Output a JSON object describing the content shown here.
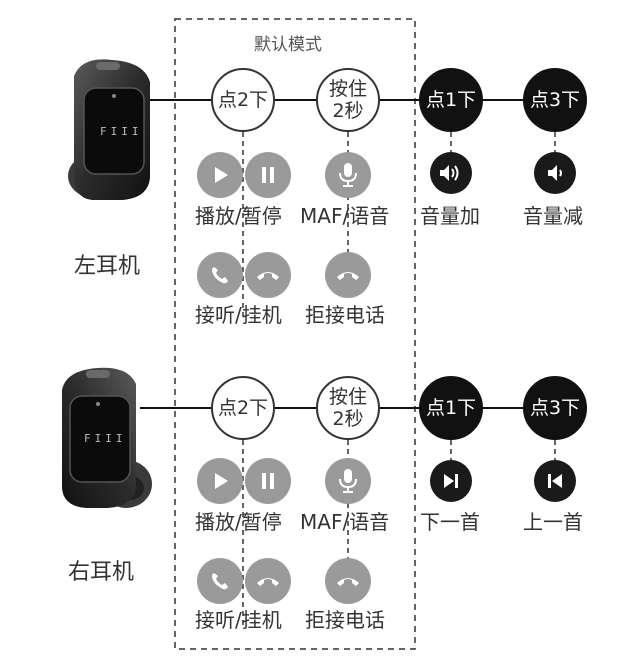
{
  "box_title": "默认模式",
  "left": {
    "label": "左耳机",
    "brand": "FIII",
    "tap2": "点2下",
    "hold_line1": "按住",
    "hold_line2": "2秒",
    "tap1": "点1下",
    "tap3": "点3下",
    "tap2_action_a": "播放",
    "tap2_sep": "/",
    "tap2_action_b": "暂停",
    "hold_action_a": "MAF",
    "hold_sep": "/",
    "hold_action_b": "语音",
    "tap1_action": "音量加",
    "tap3_action": "音量减",
    "call_action_a": "接听",
    "call_sep": "/",
    "call_action_b": "挂机",
    "reject_action": "拒接电话"
  },
  "right": {
    "label": "右耳机",
    "brand": "FIII",
    "tap2": "点2下",
    "hold_line1": "按住",
    "hold_line2": "2秒",
    "tap1": "点1下",
    "tap3": "点3下",
    "tap2_action_a": "播放",
    "tap2_sep": "/",
    "tap2_action_b": "暂停",
    "hold_action_a": "MAF",
    "hold_sep": "/",
    "hold_action_b": "语音",
    "tap1_action": "下一首",
    "tap3_action": "上一首",
    "call_action_a": "接听",
    "call_sep": "/",
    "call_action_b": "挂机",
    "reject_action": "拒接电话"
  },
  "colors": {
    "line": "#111111",
    "gray_icon": "#9a9a9a",
    "black_icon": "#1a1a1a",
    "text": "#333333"
  },
  "icons": {
    "play": "play-icon",
    "pause": "pause-icon",
    "mic": "microphone-icon",
    "answer": "phone-answer-icon",
    "hangup": "phone-hangup-icon",
    "vol_up": "volume-up-icon",
    "vol_down": "volume-down-icon",
    "next": "next-track-icon",
    "prev": "previous-track-icon"
  }
}
